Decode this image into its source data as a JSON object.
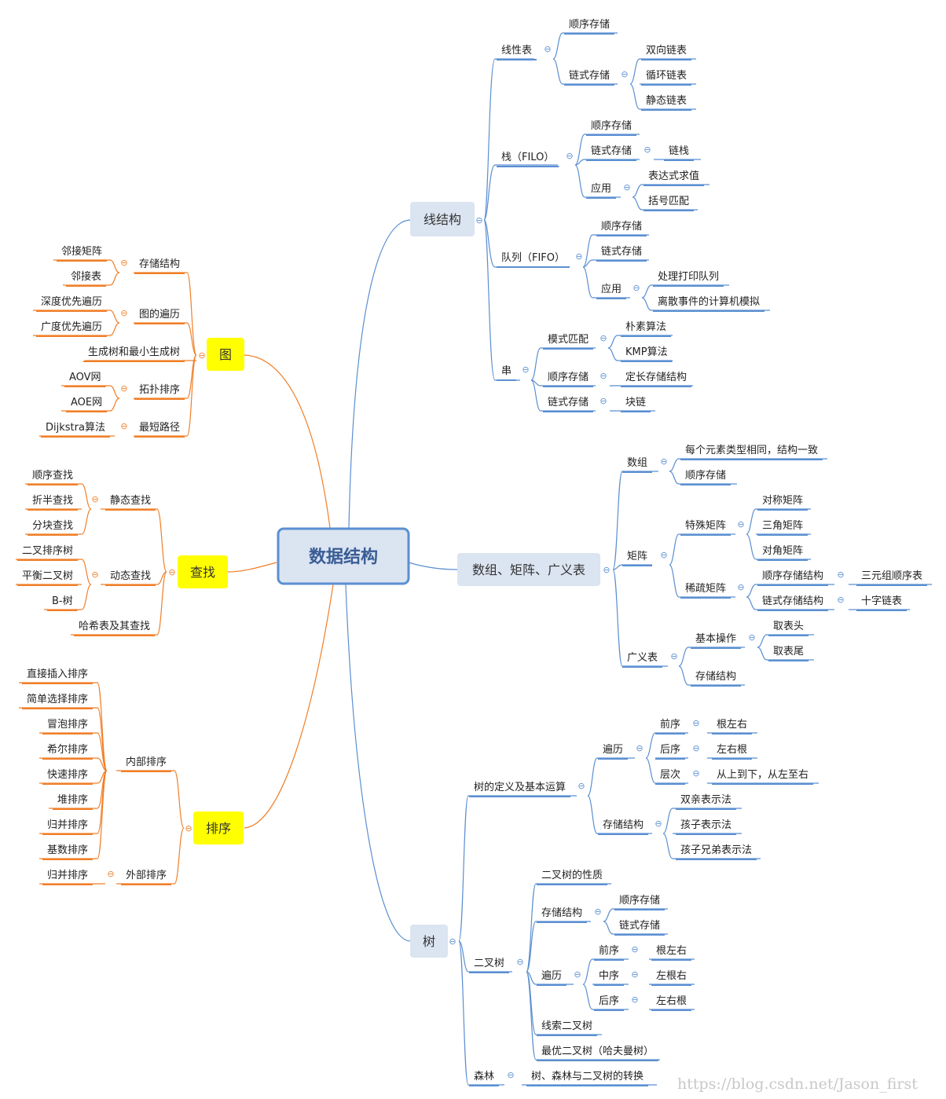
{
  "center": "数据结构",
  "colors": {
    "right_branch": "#5b8fd1",
    "left_branch": "#f07f29",
    "center_box": "#dbe4f1",
    "left_box": "#ffff00"
  },
  "toggle_glyph": "⊖",
  "left": {
    "graph": {
      "label": "图",
      "storage": {
        "label": "存储结构",
        "children": [
          "邻接矩阵",
          "邻接表"
        ]
      },
      "traversal": {
        "label": "图的遍历",
        "children": [
          "深度优先遍历",
          "广度优先遍历"
        ]
      },
      "mst": "生成树和最小生成树",
      "topo": {
        "label": "拓扑排序",
        "children": [
          "AOV网",
          "AOE网"
        ]
      },
      "shortest": {
        "label": "最短路径",
        "children": [
          "Dijkstra算法"
        ]
      }
    },
    "search": {
      "label": "查找",
      "static": {
        "label": "静态查找",
        "children": [
          "顺序查找",
          "折半查找",
          "分块查找"
        ]
      },
      "dynamic": {
        "label": "动态查找",
        "children": [
          "二叉排序树",
          "平衡二叉树",
          "B-树"
        ]
      },
      "hash": "哈希表及其查找"
    },
    "sort": {
      "label": "排序",
      "internal": {
        "label": "内部排序",
        "children": [
          "直接插入排序",
          "简单选择排序",
          "冒泡排序",
          "希尔排序",
          "快速排序",
          "堆排序",
          "归并排序",
          "基数排序"
        ]
      },
      "external": {
        "label": "外部排序",
        "children": [
          "归并排序"
        ]
      }
    }
  },
  "right": {
    "linear": {
      "label": "线结构",
      "list": {
        "label": "线性表",
        "seq": "顺序存储",
        "linked": {
          "label": "链式存储",
          "children": [
            "双向链表",
            "循环链表",
            "静态链表"
          ]
        }
      },
      "stack": {
        "label": "栈（FILO）",
        "seq": "顺序存储",
        "linked": {
          "label": "链式存储",
          "children": [
            "链栈"
          ]
        },
        "app": {
          "label": "应用",
          "children": [
            "表达式求值",
            "括号匹配"
          ]
        }
      },
      "queue": {
        "label": "队列（FIFO）",
        "seq": "顺序存储",
        "linked": "链式存储",
        "app": {
          "label": "应用",
          "children": [
            "处理打印队列",
            "离散事件的计算机模拟"
          ]
        }
      },
      "string": {
        "label": "串",
        "match": {
          "label": "模式匹配",
          "children": [
            "朴素算法",
            "KMP算法"
          ]
        },
        "seq": {
          "label": "顺序存储",
          "children": [
            "定长存储结构"
          ]
        },
        "linked": {
          "label": "链式存储",
          "children": [
            "块链"
          ]
        }
      }
    },
    "array": {
      "label": "数组、矩阵、广义表",
      "arr": {
        "label": "数组",
        "children": [
          "每个元素类型相同，结构一致",
          "顺序存储"
        ]
      },
      "matrix": {
        "label": "矩阵",
        "special": {
          "label": "特殊矩阵",
          "children": [
            "对称矩阵",
            "三角矩阵",
            "对角矩阵"
          ]
        },
        "sparse": {
          "label": "稀疏矩阵",
          "seq": {
            "label": "顺序存储结构",
            "children": [
              "三元组顺序表"
            ]
          },
          "linked": {
            "label": "链式存储结构",
            "children": [
              "十字链表"
            ]
          }
        }
      },
      "glist": {
        "label": "广义表",
        "ops": {
          "label": "基本操作",
          "children": [
            "取表头",
            "取表尾"
          ]
        },
        "storage": "存储结构"
      }
    },
    "tree": {
      "label": "树",
      "def": {
        "label": "树的定义及基本运算",
        "traverse": {
          "label": "遍历",
          "pre": {
            "label": "前序",
            "children": [
              "根左右"
            ]
          },
          "post": {
            "label": "后序",
            "children": [
              "左右根"
            ]
          },
          "level": {
            "label": "层次",
            "children": [
              "从上到下，从左至右"
            ]
          }
        },
        "storage": {
          "label": "存储结构",
          "children": [
            "双亲表示法",
            "孩子表示法",
            "孩子兄弟表示法"
          ]
        }
      },
      "bintree": {
        "label": "二叉树",
        "props": "二叉树的性质",
        "storage": {
          "label": "存储结构",
          "children": [
            "顺序存储",
            "链式存储"
          ]
        },
        "traverse": {
          "label": "遍历",
          "pre": {
            "label": "前序",
            "children": [
              "根左右"
            ]
          },
          "mid": {
            "label": "中序",
            "children": [
              "左根右"
            ]
          },
          "post": {
            "label": "后序",
            "children": [
              "左右根"
            ]
          }
        },
        "threaded": "线索二叉树",
        "huffman": "最优二叉树（哈夫曼树）"
      },
      "forest": {
        "label": "森林",
        "children": [
          "树、森林与二叉树的转换"
        ]
      }
    }
  },
  "watermark": "https://blog.csdn.net/Jason_first"
}
